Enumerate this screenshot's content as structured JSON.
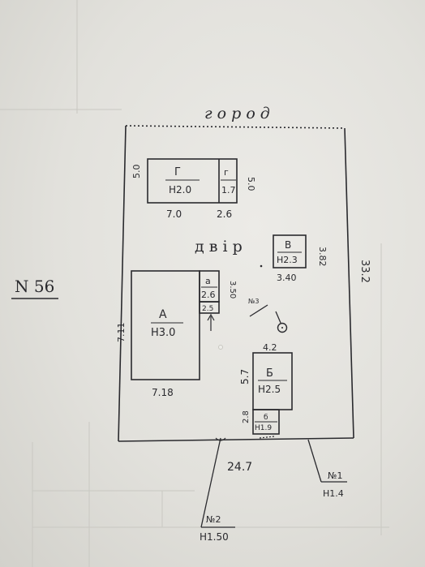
{
  "sheet_number": "N 56",
  "garden_label": "г о р о д",
  "yard_label": "д в і р",
  "plot": {
    "back_width": "",
    "front_width": "24.7",
    "right_depth": "33.2",
    "left_depth": "7.11"
  },
  "buildings": [
    {
      "id": "G",
      "letter": "Г",
      "code": "Н2.0",
      "length": "7.0",
      "width": "5.0"
    },
    {
      "id": "g-small",
      "letter": "г",
      "code": "1.7",
      "length": "2.6",
      "width": "5.0"
    },
    {
      "id": "V",
      "letter": "В",
      "code": "Н2.3",
      "length": "3.40",
      "width": "3.82"
    },
    {
      "id": "A",
      "letter": "А",
      "code": "Н3.0",
      "length": "7.18",
      "width": ""
    },
    {
      "id": "a",
      "letter": "а",
      "code": "2.6",
      "width": "3.50"
    },
    {
      "id": "a1",
      "code": "2.5"
    },
    {
      "id": "B",
      "letter": "Б",
      "code": "Н2.5",
      "length": "4.2",
      "width": "5.7"
    },
    {
      "id": "b",
      "letter": "б",
      "code": "Н1.9",
      "width": "2.8"
    }
  ],
  "well": {
    "label": "№3"
  },
  "points": [
    {
      "label": "№1",
      "code": "Н1.4"
    },
    {
      "label": "№2",
      "code": "Н1.50"
    }
  ]
}
